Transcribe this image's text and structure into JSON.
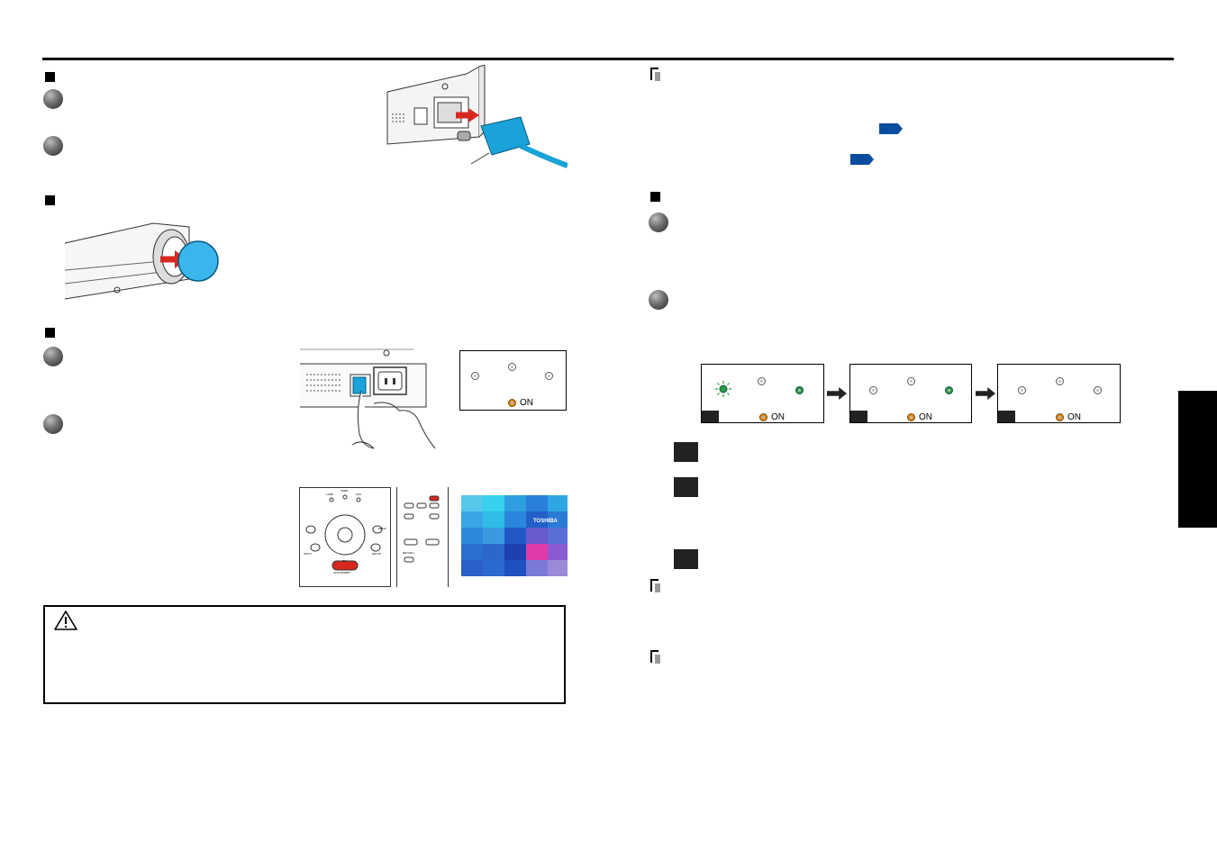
{
  "panel_on_label": "ON",
  "led_sequence": [
    {
      "step": 1,
      "left_led": "blinking-green",
      "center_led": "off",
      "right_led": "green",
      "power_led": "orange",
      "on_label": "ON"
    },
    {
      "step": 2,
      "left_led": "off",
      "center_led": "off",
      "right_led": "green",
      "power_led": "orange",
      "on_label": "ON"
    },
    {
      "step": 3,
      "left_led": "off",
      "center_led": "off",
      "right_led": "off",
      "power_led": "orange",
      "on_label": "ON"
    }
  ],
  "remote": {
    "lamp": "LAMP",
    "temp": "TEMP",
    "fan": "FAN",
    "menu": "MENU",
    "input": "INPUT",
    "setup": "SETUP",
    "on": "ON",
    "standby": "ON/STANDBY",
    "return": "RETURN"
  },
  "splash_logo": "TOSHIBA",
  "colors": {
    "accent_blue": "#0a4d9e",
    "led_green": "#2a9a3a",
    "led_orange": "#e08a1a",
    "power_red": "#d8281e"
  },
  "icons": [
    "warning-icon",
    "arrow-icon",
    "reference-tag-icon"
  ]
}
